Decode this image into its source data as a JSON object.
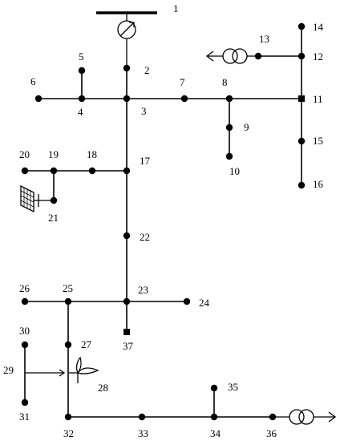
{
  "diagram": {
    "nodes": [
      {
        "id": "1",
        "label": "1"
      },
      {
        "id": "2",
        "label": "2"
      },
      {
        "id": "3",
        "label": "3"
      },
      {
        "id": "4",
        "label": "4"
      },
      {
        "id": "5",
        "label": "5"
      },
      {
        "id": "6",
        "label": "6"
      },
      {
        "id": "7",
        "label": "7"
      },
      {
        "id": "8",
        "label": "8"
      },
      {
        "id": "9",
        "label": "9"
      },
      {
        "id": "10",
        "label": "10"
      },
      {
        "id": "11",
        "label": "11"
      },
      {
        "id": "12",
        "label": "12"
      },
      {
        "id": "13",
        "label": "13"
      },
      {
        "id": "14",
        "label": "14"
      },
      {
        "id": "15",
        "label": "15"
      },
      {
        "id": "16",
        "label": "16"
      },
      {
        "id": "17",
        "label": "17"
      },
      {
        "id": "18",
        "label": "18"
      },
      {
        "id": "19",
        "label": "19"
      },
      {
        "id": "20",
        "label": "20"
      },
      {
        "id": "21",
        "label": "21"
      },
      {
        "id": "22",
        "label": "22"
      },
      {
        "id": "23",
        "label": "23"
      },
      {
        "id": "24",
        "label": "24"
      },
      {
        "id": "25",
        "label": "25"
      },
      {
        "id": "26",
        "label": "26"
      },
      {
        "id": "27",
        "label": "27"
      },
      {
        "id": "28",
        "label": "28"
      },
      {
        "id": "29",
        "label": "29"
      },
      {
        "id": "30",
        "label": "30"
      },
      {
        "id": "31",
        "label": "31"
      },
      {
        "id": "32",
        "label": "32"
      },
      {
        "id": "33",
        "label": "33"
      },
      {
        "id": "34",
        "label": "34"
      },
      {
        "id": "35",
        "label": "35"
      },
      {
        "id": "36",
        "label": "36"
      },
      {
        "id": "37",
        "label": "37"
      }
    ],
    "edges": [
      [
        "1",
        "2"
      ],
      [
        "2",
        "3"
      ],
      [
        "3",
        "4"
      ],
      [
        "4",
        "5"
      ],
      [
        "4",
        "6"
      ],
      [
        "3",
        "7"
      ],
      [
        "7",
        "8"
      ],
      [
        "8",
        "9"
      ],
      [
        "9",
        "10"
      ],
      [
        "8",
        "11"
      ],
      [
        "11",
        "12"
      ],
      [
        "12",
        "13"
      ],
      [
        "12",
        "14"
      ],
      [
        "11",
        "15"
      ],
      [
        "15",
        "16"
      ],
      [
        "3",
        "17"
      ],
      [
        "17",
        "18"
      ],
      [
        "18",
        "19"
      ],
      [
        "19",
        "20"
      ],
      [
        "19",
        "21"
      ],
      [
        "17",
        "22"
      ],
      [
        "22",
        "23"
      ],
      [
        "23",
        "24"
      ],
      [
        "23",
        "37"
      ],
      [
        "23",
        "25"
      ],
      [
        "25",
        "26"
      ],
      [
        "25",
        "27"
      ],
      [
        "27",
        "28"
      ],
      [
        "28",
        "29"
      ],
      [
        "29",
        "30"
      ],
      [
        "29",
        "31"
      ],
      [
        "28",
        "32"
      ],
      [
        "32",
        "33"
      ],
      [
        "33",
        "34"
      ],
      [
        "34",
        "35"
      ],
      [
        "34",
        "36"
      ]
    ],
    "symbols": [
      {
        "type": "substation",
        "at": "1"
      },
      {
        "type": "transformer",
        "at": "13"
      },
      {
        "type": "transformer",
        "at": "36"
      },
      {
        "type": "solar-panel",
        "at": "21"
      },
      {
        "type": "wind-turbine",
        "at": "28"
      }
    ]
  }
}
